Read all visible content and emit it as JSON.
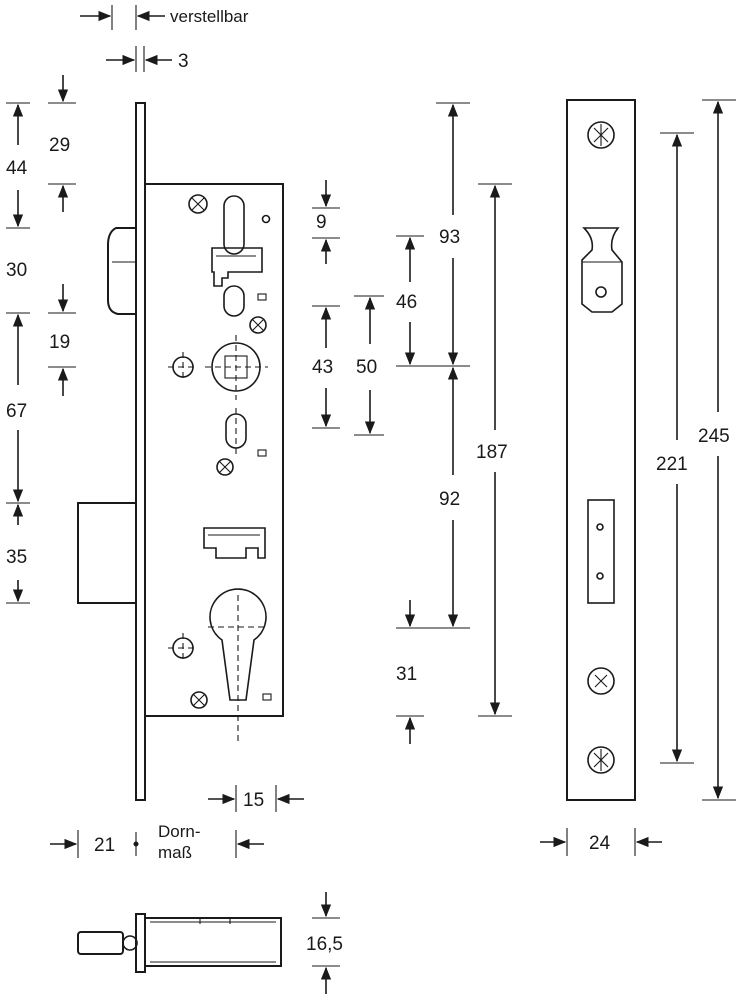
{
  "labels": {
    "verstellbar": "verstellbar",
    "dornmass_line1": "Dorn-",
    "dornmass_line2": "maß"
  },
  "dimensions": {
    "d3": "3",
    "d29": "29",
    "d44": "44",
    "d30": "30",
    "d19": "19",
    "d67": "67",
    "d35": "35",
    "d9": "9",
    "d43": "43",
    "d50": "50",
    "d46": "46",
    "d93": "93",
    "d187": "187",
    "d92": "92",
    "d31": "31",
    "d15": "15",
    "d21": "21",
    "d221": "221",
    "d245": "245",
    "d24": "24",
    "d16_5": "16,5"
  }
}
